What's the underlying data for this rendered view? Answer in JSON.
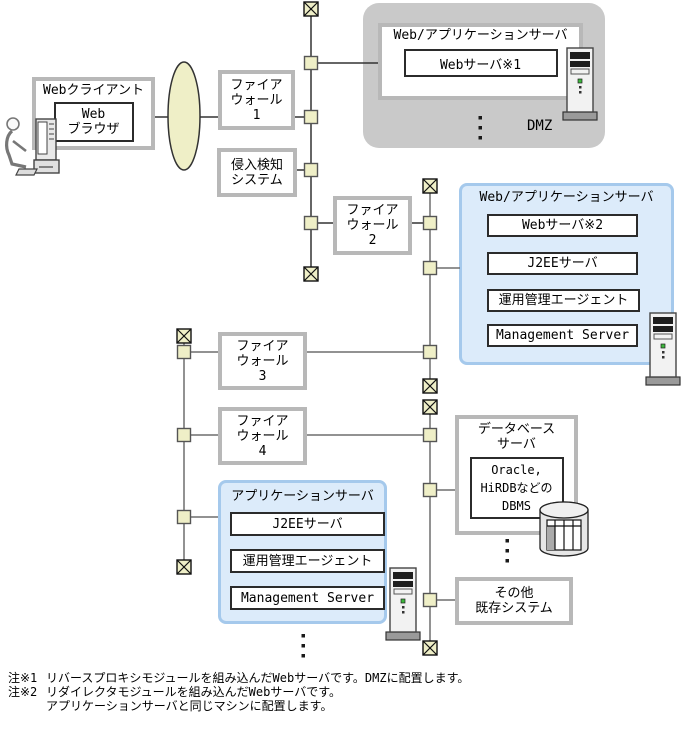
{
  "colors": {
    "node_fill": "#EFEFC7",
    "line_dark": "#333333",
    "line_gray": "#6E6E6E",
    "gray_border": "#B8B8B8",
    "dmz_fill": "#C9C9C9",
    "blue_fill": "#DCEBFA",
    "blue_border": "#A5C9EC"
  },
  "client": {
    "title": "Webクライアント",
    "browser": "Web\nブラウザ"
  },
  "firewalls": {
    "fw1": "ファイア\nウォール\n1",
    "fw2": "ファイア\nウォール\n2",
    "fw3": "ファイア\nウォール\n3",
    "fw4": "ファイア\nウォール\n4"
  },
  "ids": {
    "label": "侵入検知\nシステム"
  },
  "dmz": {
    "label": "DMZ",
    "server_title": "Web/アプリケーションサーバ",
    "server_inner": "Webサーバ※1"
  },
  "webapp_server": {
    "title": "Web/アプリケーションサーバ",
    "items": [
      "Webサーバ※2",
      "J2EEサーバ",
      "運用管理エージェント",
      "Management Server"
    ]
  },
  "app_server": {
    "title": "アプリケーションサーバ",
    "items": [
      "J2EEサーバ",
      "運用管理エージェント",
      "Management Server"
    ]
  },
  "db_server": {
    "title": "データベース\nサーバ",
    "inner": "Oracle,\nHiRDBなどの\nDBMS"
  },
  "other_system": {
    "label": "その他\n既存システム"
  },
  "notes": [
    {
      "label": "注※1",
      "text": "リバースプロキシモジュールを組み込んだWebサーバです。DMZに配置します。"
    },
    {
      "label": "注※2",
      "text": "リダイレクタモジュールを組み込んだWebサーバです。\nアプリケーションサーバと同じマシンに配置します。"
    }
  ]
}
